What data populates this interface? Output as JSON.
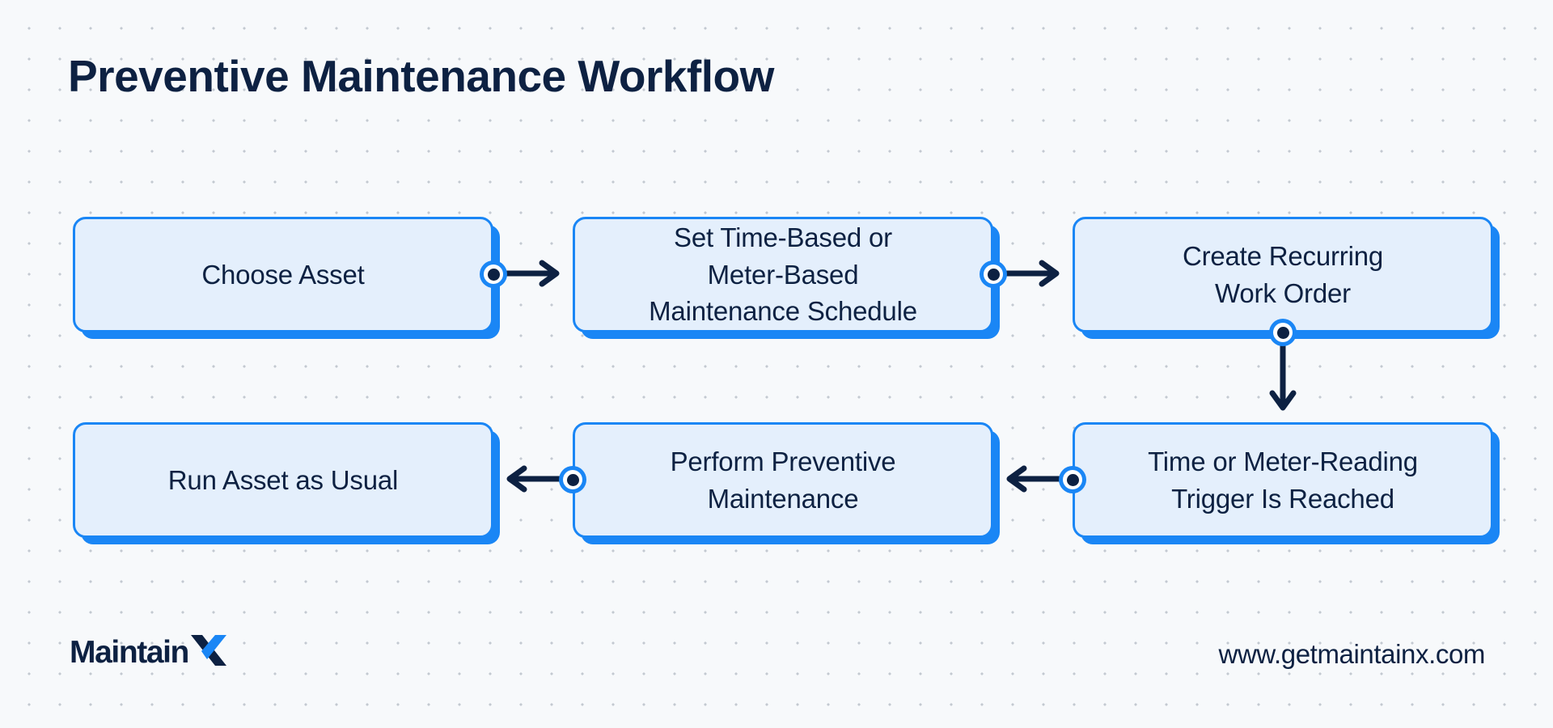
{
  "page": {
    "title": "Preventive Maintenance Workflow",
    "background_color": "#f7f9fb",
    "dot_color": "#c3c9d1"
  },
  "theme": {
    "accent_blue": "#1a86f5",
    "node_fill": "#e4effc",
    "text_navy": "#0d2142"
  },
  "diagram_data": {
    "type": "flowchart",
    "nodes": [
      {
        "id": "n1",
        "label": "Choose Asset",
        "row": 1,
        "col": 1
      },
      {
        "id": "n2",
        "label": "Set Time-Based or\nMeter-Based\nMaintenance Schedule",
        "row": 1,
        "col": 2
      },
      {
        "id": "n3",
        "label": "Create Recurring\nWork Order",
        "row": 1,
        "col": 3
      },
      {
        "id": "n4",
        "label": "Run Asset as Usual",
        "row": 2,
        "col": 1
      },
      {
        "id": "n5",
        "label": "Perform Preventive\nMaintenance",
        "row": 2,
        "col": 2
      },
      {
        "id": "n6",
        "label": "Time or Meter-Reading\nTrigger Is Reached",
        "row": 2,
        "col": 3
      }
    ],
    "edges": [
      {
        "from": "n1",
        "to": "n2",
        "direction": "right"
      },
      {
        "from": "n2",
        "to": "n3",
        "direction": "right"
      },
      {
        "from": "n3",
        "to": "n6",
        "direction": "down"
      },
      {
        "from": "n6",
        "to": "n5",
        "direction": "left"
      },
      {
        "from": "n5",
        "to": "n4",
        "direction": "left"
      }
    ],
    "ports": [
      {
        "node": "n1",
        "side": "right"
      },
      {
        "node": "n2",
        "side": "right"
      },
      {
        "node": "n3",
        "side": "bottom"
      },
      {
        "node": "n6",
        "side": "left"
      },
      {
        "node": "n5",
        "side": "left"
      }
    ]
  },
  "footer": {
    "brand_main": "Maintain",
    "brand_mark": "X",
    "url": "www.getmaintainx.com"
  }
}
